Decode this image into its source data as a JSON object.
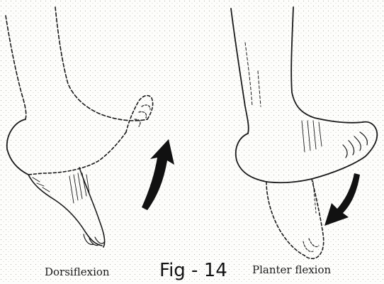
{
  "figure": {
    "left_label": "Dorsiflexion",
    "caption": "Fig - 14",
    "right_label": "Planter flexion"
  },
  "colors": {
    "ink": "#1a1a1a",
    "paper": "#fdfdfb",
    "stipple": "#b8b8b0"
  },
  "icons": {
    "left_arrow": "curved-up-arrow-icon",
    "right_arrow": "curved-down-arrow-icon"
  }
}
